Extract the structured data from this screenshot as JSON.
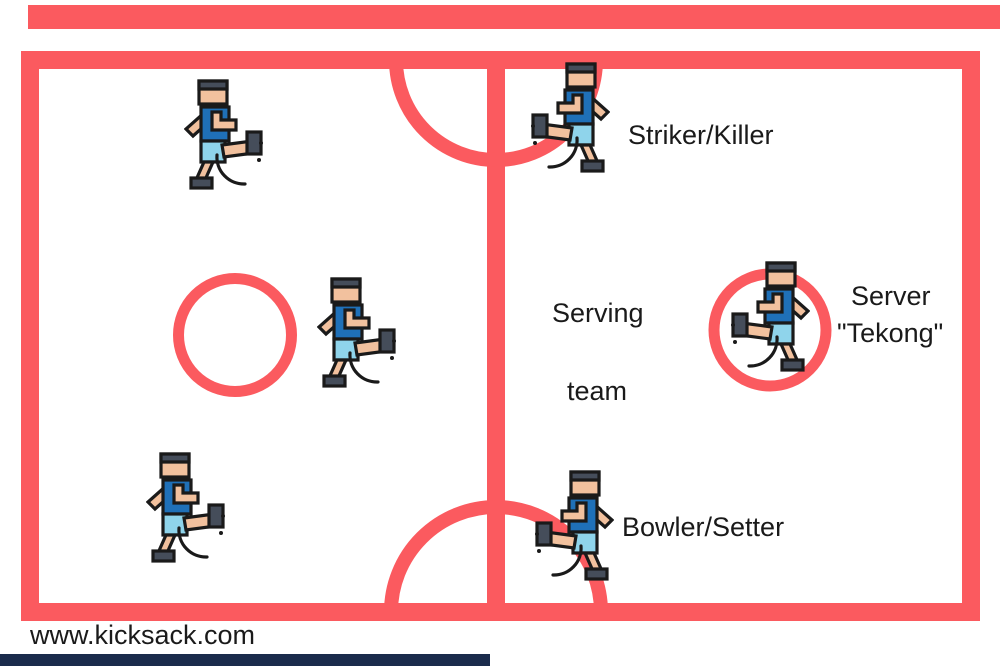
{
  "labels": {
    "striker": "Striker/Killer",
    "serving_team_line1": "Serving",
    "serving_team_line2": "team",
    "server_line1": "Server",
    "server_line2": "\"Tekong\"",
    "bowler": "Bowler/Setter",
    "watermark": "www.kicksack.com"
  },
  "icons": {
    "player": "kicking-player-icon",
    "court": "takraw-court-diagram"
  },
  "players": [
    {
      "id": "left-top",
      "team": "receiving",
      "label": ""
    },
    {
      "id": "left-middle",
      "team": "receiving",
      "label": ""
    },
    {
      "id": "left-bottom",
      "team": "receiving",
      "label": ""
    },
    {
      "id": "right-striker",
      "team": "serving",
      "label": "Striker/Killer"
    },
    {
      "id": "right-server",
      "team": "serving",
      "label": "Server \"Tekong\""
    },
    {
      "id": "right-bowler",
      "team": "serving",
      "label": "Bowler/Setter"
    }
  ],
  "colors": {
    "court_red": "#FB5A5F",
    "text_black": "#1A1A1A",
    "jersey_blue": "#1F70B8",
    "shorts_blue": "#8FD4EB",
    "skin": "#F2C19E",
    "dark_slate": "#454D5A",
    "bottom_bar_navy": "#1A2B4C",
    "background": "#FFFFFF"
  }
}
